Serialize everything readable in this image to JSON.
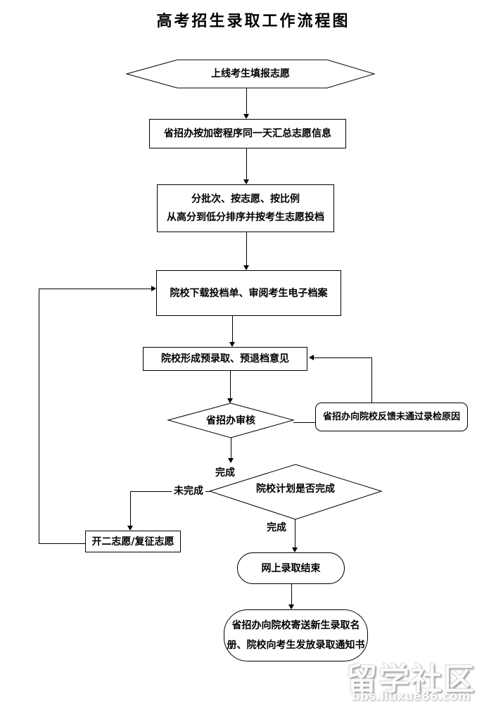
{
  "title": "高考招生录取工作流程图",
  "nodes": {
    "start": {
      "shape": "hexagon",
      "label": "上线考生填报志愿"
    },
    "summary": {
      "shape": "rect",
      "label": "省招办按加密程序同一天汇总志愿信息"
    },
    "sort": {
      "shape": "rect",
      "line1": "分批次、按志愿、按比例",
      "line2": "从高分到低分排序并按考生志愿投档"
    },
    "download": {
      "shape": "rect",
      "label": "院校下载投档单、审阅考生电子档案"
    },
    "opinion": {
      "shape": "rect",
      "label": "院校形成预录取、预退档意见"
    },
    "review": {
      "shape": "diamond",
      "label": "省招办审核"
    },
    "feedback": {
      "shape": "rounded-rect",
      "label": "省招办向院校反馈未通过录检原因"
    },
    "plan_check": {
      "shape": "diamond",
      "label": "院校计划是否完成"
    },
    "second_round": {
      "shape": "rect",
      "label": "开二志愿/复征志愿"
    },
    "finish_online": {
      "shape": "stadium",
      "label": "网上录取结束"
    },
    "final_step": {
      "shape": "rounded-rect",
      "line1": "省招办向院校寄送新生录取名",
      "line2": "册、院校向考生发放录取通知书"
    }
  },
  "edge_labels": {
    "review_done": "完成",
    "plan_not_done": "未完成",
    "plan_done": "完成"
  },
  "watermark": {
    "brand": "留学社区",
    "site": "bbs.liuxue86.com"
  },
  "colors": {
    "stroke": "#000000",
    "text": "#000000",
    "background": "#ffffff",
    "watermark_text": "#fbfbfb",
    "watermark_shadow": "#9c9c9c"
  }
}
